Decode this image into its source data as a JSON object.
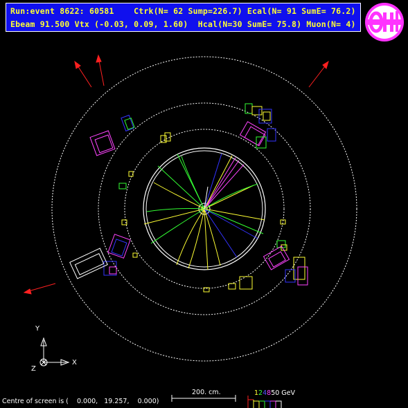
{
  "header": {
    "line1": "Run:event 8622: 60581    Ctrk(N= 62 Sump=226.7) Ecal(N= 91 SumE= 76.2)",
    "line2": "Ebeam 91.500 Vtx (-0.03, 0.09, 1.60)  Hcal(N=30 SumE= 75.8) Muon(N= 4)"
  },
  "axes": {
    "y_label": "Y",
    "x_label": "X",
    "z_label": "Z"
  },
  "footer": {
    "centre_text": "Centre of screen is (    0.000,   19.257,    0.000)",
    "scale_label": "200. cm.",
    "energy_scale": [
      "1",
      "2",
      "4",
      "8",
      "50 GeV"
    ]
  },
  "colors": {
    "header_bg": "#1010ee",
    "header_text": "#ffff33",
    "logo_magenta": "#ff33ff",
    "logo_blue": "#2222cc",
    "track_yellow": "#ffff33",
    "track_green": "#33ff33",
    "track_magenta": "#ff44ff",
    "track_blue": "#3333ff",
    "muon_red": "#ff2020"
  }
}
